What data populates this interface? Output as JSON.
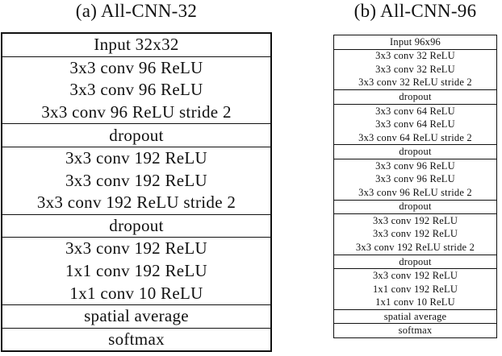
{
  "panels": [
    {
      "label": "a",
      "title": "(a) All-CNN-32",
      "groups": [
        [
          "Input 32x32"
        ],
        [
          "3x3 conv 96 ReLU",
          "3x3 conv 96 ReLU",
          "3x3 conv 96 ReLU stride 2"
        ],
        [
          "dropout"
        ],
        [
          "3x3 conv 192 ReLU",
          "3x3 conv 192 ReLU",
          "3x3 conv 192 ReLU stride 2"
        ],
        [
          "dropout"
        ],
        [
          "3x3 conv 192 ReLU",
          "1x1 conv 192 ReLU",
          "1x1 conv 10 ReLU"
        ],
        [
          "spatial average"
        ],
        [
          "softmax"
        ]
      ]
    },
    {
      "label": "b",
      "title": "(b) All-CNN-96",
      "groups": [
        [
          "Input 96x96"
        ],
        [
          "3x3 conv 32 ReLU",
          "3x3 conv 32 ReLU",
          "3x3 conv 32 ReLU stride 2"
        ],
        [
          "dropout"
        ],
        [
          "3x3 conv 64 ReLU",
          "3x3 conv 64 ReLU",
          "3x3 conv 64 ReLU stride 2"
        ],
        [
          "dropout"
        ],
        [
          "3x3 conv 96 ReLU",
          "3x3 conv 96 ReLU",
          "3x3 conv 96 ReLU stride 2"
        ],
        [
          "dropout"
        ],
        [
          "3x3 conv 192 ReLU",
          "3x3 conv 192 ReLU",
          "3x3 conv 192 ReLU stride 2"
        ],
        [
          "dropout"
        ],
        [
          "3x3 conv 192 ReLU",
          "1x1 conv 192 ReLU",
          "1x1 conv 10 ReLU"
        ],
        [
          "spatial average"
        ],
        [
          "softmax"
        ]
      ]
    }
  ],
  "colors": {
    "text": "#111111",
    "border": "#111111",
    "background": "#ffffff"
  }
}
